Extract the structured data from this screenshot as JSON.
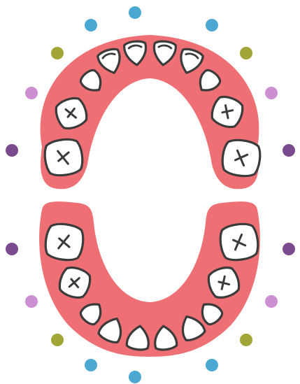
{
  "diagram": {
    "colors": {
      "gum": "#ee7075",
      "tooth_fill": "#ffffff",
      "tooth_stroke": "#3b3b3b",
      "background": "#ffffff"
    },
    "dot_colors": {
      "blue": "#4aa8d2",
      "olive": "#a2a636",
      "pink": "#cc8fd1",
      "purple": "#7a4a8f"
    },
    "arches": [
      {
        "id": "upper",
        "teeth": [
          {
            "type": "molar",
            "mark": "x"
          },
          {
            "type": "premolar",
            "mark": "x"
          },
          {
            "type": "canine",
            "mark": ""
          },
          {
            "type": "incisor",
            "mark": "arc"
          },
          {
            "type": "incisor",
            "mark": "arc"
          },
          {
            "type": "incisor",
            "mark": "arc"
          },
          {
            "type": "incisor",
            "mark": "arc"
          },
          {
            "type": "canine",
            "mark": ""
          },
          {
            "type": "premolar",
            "mark": "x"
          },
          {
            "type": "molar",
            "mark": "x"
          }
        ]
      },
      {
        "id": "lower",
        "teeth": [
          {
            "type": "molar",
            "mark": "x"
          },
          {
            "type": "premolar",
            "mark": "x"
          },
          {
            "type": "canine",
            "mark": ""
          },
          {
            "type": "incisor",
            "mark": ""
          },
          {
            "type": "incisor",
            "mark": ""
          },
          {
            "type": "incisor",
            "mark": ""
          },
          {
            "type": "incisor",
            "mark": ""
          },
          {
            "type": "canine",
            "mark": ""
          },
          {
            "type": "premolar",
            "mark": "x"
          },
          {
            "type": "molar",
            "mark": "x"
          }
        ]
      }
    ],
    "dots": [
      "blue",
      "blue",
      "olive",
      "olive",
      "pink",
      "pink",
      "purple",
      "purple",
      "purple",
      "purple",
      "pink",
      "pink",
      "olive",
      "olive",
      "blue",
      "blue",
      "blue"
    ]
  }
}
